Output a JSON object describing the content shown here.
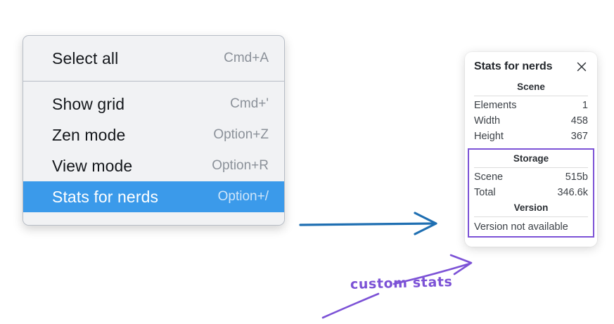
{
  "context_menu": {
    "groups": [
      {
        "items": [
          {
            "label": "Select all",
            "accel": "Cmd+A",
            "selected": false
          }
        ]
      },
      {
        "items": [
          {
            "label": "Show grid",
            "accel": "Cmd+'",
            "selected": false
          },
          {
            "label": "Zen mode",
            "accel": "Option+Z",
            "selected": false
          },
          {
            "label": "View mode",
            "accel": "Option+R",
            "selected": false
          },
          {
            "label": "Stats for nerds",
            "accel": "Option+/",
            "selected": true
          }
        ]
      }
    ],
    "highlight_color": "#3b9aea"
  },
  "stats_panel": {
    "title": "Stats for nerds",
    "close_icon": "close-icon",
    "scene": {
      "heading": "Scene",
      "rows": [
        {
          "key": "Elements",
          "value": "1"
        },
        {
          "key": "Width",
          "value": "458"
        },
        {
          "key": "Height",
          "value": "367"
        }
      ]
    },
    "storage": {
      "heading": "Storage",
      "rows": [
        {
          "key": "Scene",
          "value": "515b"
        },
        {
          "key": "Total",
          "value": "346.6k"
        }
      ]
    },
    "version": {
      "heading": "Version",
      "text": "Version not available"
    },
    "highlight_box_color": "#7c52d6"
  },
  "annotations": {
    "arrow_blue_color": "#1f6fb2",
    "arrow_purple_color": "#7c52d6",
    "custom_stats_label": "custom stats"
  }
}
